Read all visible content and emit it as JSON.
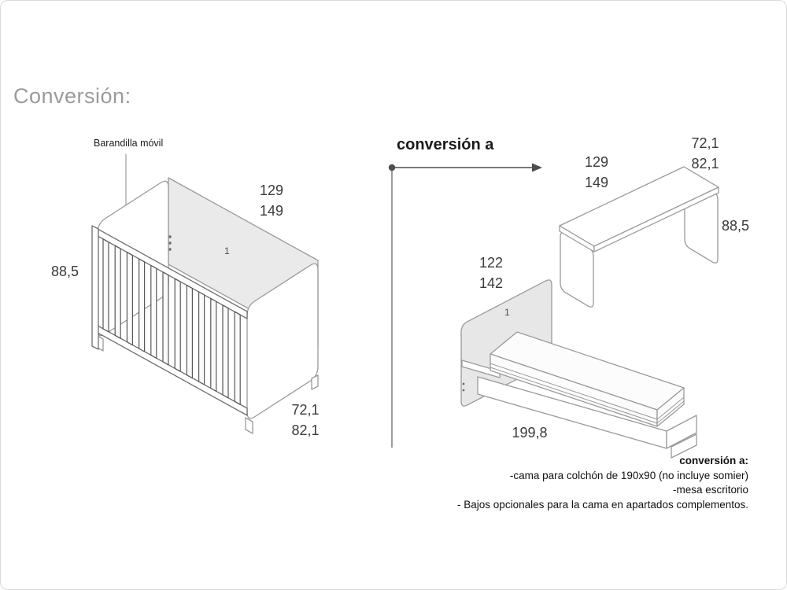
{
  "page": {
    "title": "Conversión:"
  },
  "diagram": {
    "arrow_label": "conversión a",
    "crib": {
      "rail_label": "Barandilla móvil",
      "part_number": "1",
      "width_conv1": "129",
      "width_conv2": "149",
      "height": "88,5",
      "depth_conv1": "72,1",
      "depth_conv2": "82,1"
    },
    "desk": {
      "width_conv1": "129",
      "width_conv2": "149",
      "depth_conv1": "72,1",
      "depth_conv2": "82,1",
      "height": "88,5"
    },
    "bed": {
      "headboard_conv1": "122",
      "headboard_conv2": "142",
      "part_number": "1",
      "length": "199,8"
    }
  },
  "notes": {
    "title": "conversión a:",
    "lines": [
      "-cama para colchón de 190x90 (no incluye somier)",
      "-mesa escritorio",
      "- Bajos opcionales para la cama en apartados complementos."
    ]
  }
}
